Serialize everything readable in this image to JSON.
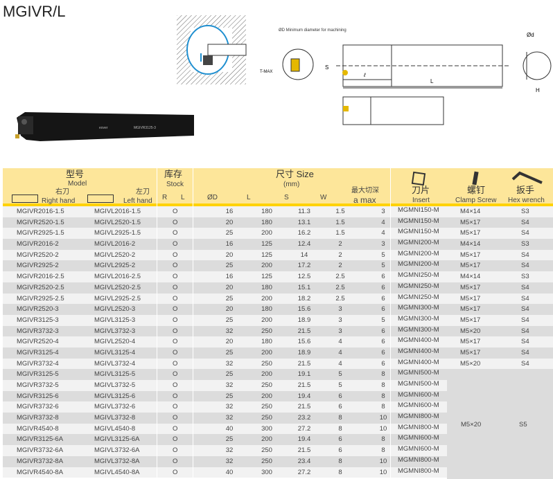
{
  "title": "MGIVR/L",
  "diagram": {
    "min_dia": "ØD Minimum diameter for machining",
    "s": "S",
    "tmax": "T-MAX",
    "l_small": "ℓ",
    "l": "L",
    "d": "Ød",
    "h": "H",
    "brand": "eover",
    "product_mark": "MGIVR3125-3"
  },
  "header": {
    "model_cn": "型号",
    "model_en": "Model",
    "right_cn": "右刀",
    "right_en": "Right hand",
    "left_cn": "左刀",
    "left_en": "Left hand",
    "stock_cn": "库存",
    "stock_en": "Stock",
    "stock_r": "R",
    "stock_l": "L",
    "size_cn": "尺寸 Size",
    "size_unit": "(mm)",
    "d": "ØD",
    "l": "L",
    "s": "S",
    "w": "W",
    "amax_cn": "最大切深",
    "amax_en": "a max",
    "insert_cn": "刀片",
    "insert_en": "Insert",
    "screw_cn": "螺钉",
    "screw_en": "Clamp Screw",
    "wrench_cn": "扳手",
    "wrench_en": "Hex wrench"
  },
  "stock_mark": "O",
  "rows": [
    [
      "MGIVR2016-1.5",
      "MGIVL2016-1.5",
      "16",
      "180",
      "11.3",
      "1.5",
      "3",
      "MGMNI150-M",
      "M4×14",
      "S3"
    ],
    [
      "MGIVR2520-1.5",
      "MGIVL2520-1.5",
      "20",
      "180",
      "13.1",
      "1.5",
      "4",
      "MGMNI150-M",
      "M5×17",
      "S4"
    ],
    [
      "MGIVR2925-1.5",
      "MGIVL2925-1.5",
      "25",
      "200",
      "16.2",
      "1.5",
      "4",
      "MGMNI150-M",
      "M5×17",
      "S4"
    ],
    [
      "MGIVR2016-2",
      "MGIVL2016-2",
      "16",
      "125",
      "12.4",
      "2",
      "3",
      "MGMNI200-M",
      "M4×14",
      "S3"
    ],
    [
      "MGIVR2520-2",
      "MGIVL2520-2",
      "20",
      "125",
      "14",
      "2",
      "5",
      "MGMNI200-M",
      "M5×17",
      "S4"
    ],
    [
      "MGIVR2925-2",
      "MGIVL2925-2",
      "25",
      "200",
      "17.2",
      "2",
      "5",
      "MGMNI200-M",
      "M5×17",
      "S4"
    ],
    [
      "MGIVR2016-2.5",
      "MGIVL2016-2.5",
      "16",
      "125",
      "12.5",
      "2.5",
      "6",
      "MGMNI250-M",
      "M4×14",
      "S3"
    ],
    [
      "MGIVR2520-2.5",
      "MGIVL2520-2.5",
      "20",
      "180",
      "15.1",
      "2.5",
      "6",
      "MGMNI250-M",
      "M5×17",
      "S4"
    ],
    [
      "MGIVR2925-2.5",
      "MGIVL2925-2.5",
      "25",
      "200",
      "18.2",
      "2.5",
      "6",
      "MGMNI250-M",
      "M5×17",
      "S4"
    ],
    [
      "MGIVR2520-3",
      "MGIVL2520-3",
      "20",
      "180",
      "15.6",
      "3",
      "6",
      "MGMNI300-M",
      "M5×17",
      "S4"
    ],
    [
      "MGIVR3125-3",
      "MGIVL3125-3",
      "25",
      "200",
      "18.9",
      "3",
      "5",
      "MGMNI300-M",
      "M5×17",
      "S4"
    ],
    [
      "MGIVR3732-3",
      "MGIVL3732-3",
      "32",
      "250",
      "21.5",
      "3",
      "6",
      "MGMNI300-M",
      "M5×20",
      "S4"
    ],
    [
      "MGIVR2520-4",
      "MGIVL2520-4",
      "20",
      "180",
      "15.6",
      "4",
      "6",
      "MGMNI400-M",
      "M5×17",
      "S4"
    ],
    [
      "MGIVR3125-4",
      "MGIVL3125-4",
      "25",
      "200",
      "18.9",
      "4",
      "6",
      "MGMNI400-M",
      "M5×17",
      "S4"
    ],
    [
      "MGIVR3732-4",
      "MGIVL3732-4",
      "32",
      "250",
      "21.5",
      "4",
      "6",
      "MGMNI400-M",
      "M5×20",
      "S4"
    ],
    [
      "MGIVR3125-5",
      "MGIVL3125-5",
      "25",
      "200",
      "19.1",
      "5",
      "8",
      "MGMNI500-M",
      "",
      ""
    ],
    [
      "MGIVR3732-5",
      "MGIVL3732-5",
      "32",
      "250",
      "21.5",
      "5",
      "8",
      "MGMNI500-M",
      "",
      ""
    ],
    [
      "MGIVR3125-6",
      "MGIVL3125-6",
      "25",
      "200",
      "19.4",
      "6",
      "8",
      "MGMNI600-M",
      "",
      ""
    ],
    [
      "MGIVR3732-6",
      "MGIVL3732-6",
      "32",
      "250",
      "21.5",
      "6",
      "8",
      "MGMNI600-M",
      "",
      ""
    ],
    [
      "MGIVR3732-8",
      "MGIVL3732-8",
      "32",
      "250",
      "23.2",
      "8",
      "10",
      "MGMNI800-M",
      "",
      ""
    ],
    [
      "MGIVR4540-8",
      "MGIVL4540-8",
      "40",
      "300",
      "27.2",
      "8",
      "10",
      "MGMNI800-M",
      "",
      ""
    ],
    [
      "MGIVR3125-6A",
      "MGIVL3125-6A",
      "25",
      "200",
      "19.4",
      "6",
      "8",
      "MGMNI600-M",
      "",
      ""
    ],
    [
      "MGIVR3732-6A",
      "MGIVL3732-6A",
      "32",
      "250",
      "21.5",
      "6",
      "8",
      "MGMNI600-M",
      "",
      ""
    ],
    [
      "MGIVR3732-8A",
      "MGIVL3732-8A",
      "32",
      "250",
      "23.4",
      "8",
      "10",
      "MGMNI800-M",
      "",
      ""
    ],
    [
      "MGIVR4540-8A",
      "MGIVL4540-8A",
      "40",
      "300",
      "27.2",
      "8",
      "10",
      "MGMNI800-M",
      "",
      ""
    ]
  ],
  "merged": {
    "screw": "M5×20",
    "wrench": "S5"
  }
}
